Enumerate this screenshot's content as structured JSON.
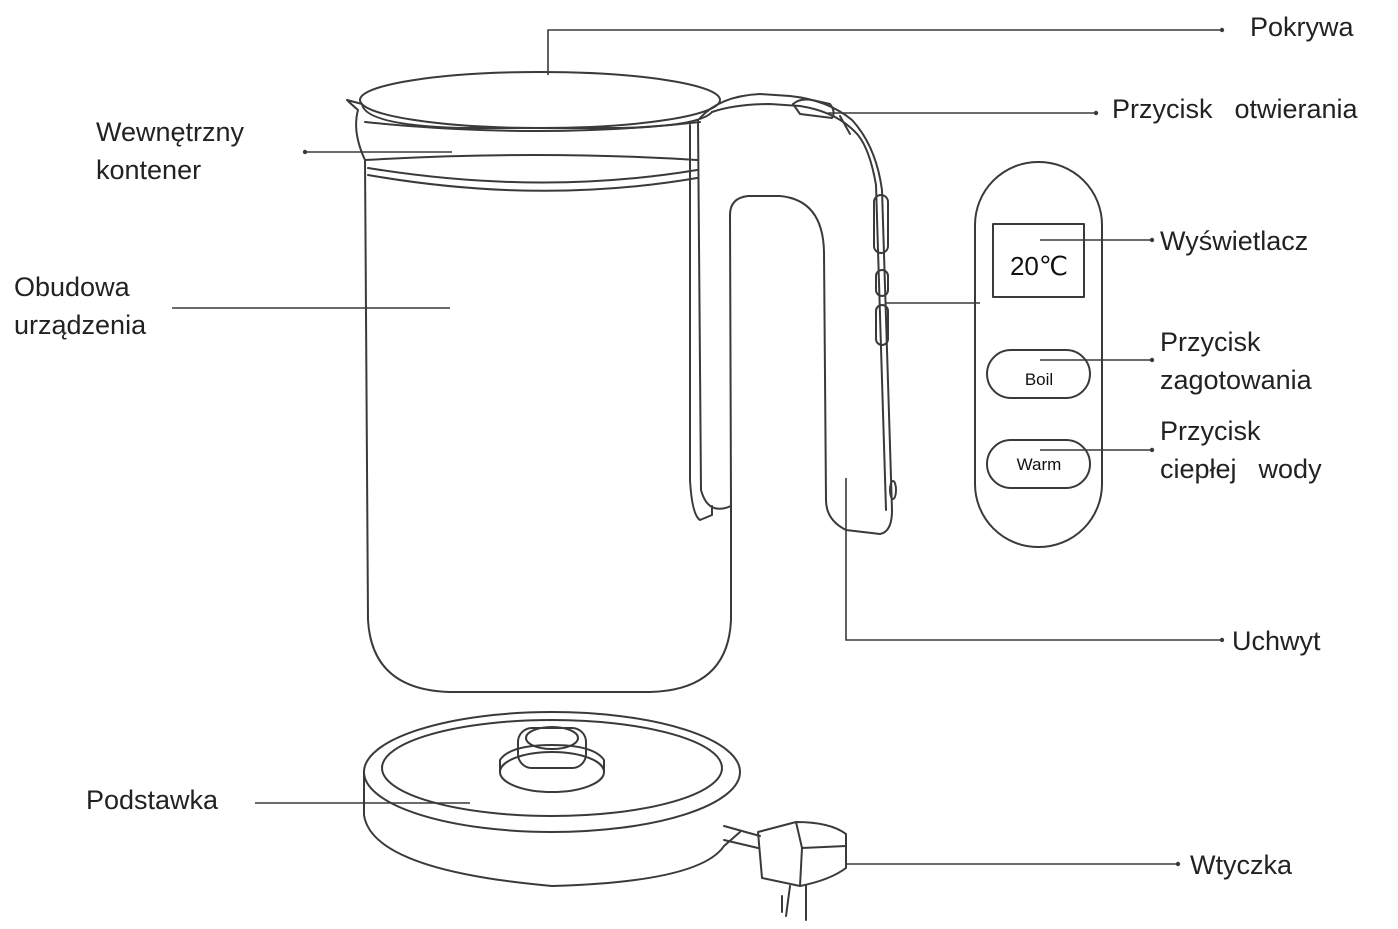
{
  "labels": {
    "lid": "Pokrywa",
    "open_button_1": "Przycisk",
    "open_button_2": "otwierania",
    "inner_container_1": "Wewnętrzny",
    "inner_container_2": "kontener",
    "housing_1": "Obudowa",
    "housing_2": "urządzenia",
    "display": "Wyświetlacz",
    "boil_button_1": "Przycisk",
    "boil_button_2": "zagotowania",
    "warm_button_1": "Przycisk",
    "warm_button_2a": "ciepłej",
    "warm_button_2b": "wody",
    "handle": "Uchwyt",
    "base": "Podstawka",
    "plug": "Wtyczka"
  },
  "panel": {
    "temperature": "20℃",
    "boil_label": "Boil",
    "warm_label": "Warm"
  },
  "colors": {
    "line": "#3a3a3a",
    "text": "#222222"
  }
}
